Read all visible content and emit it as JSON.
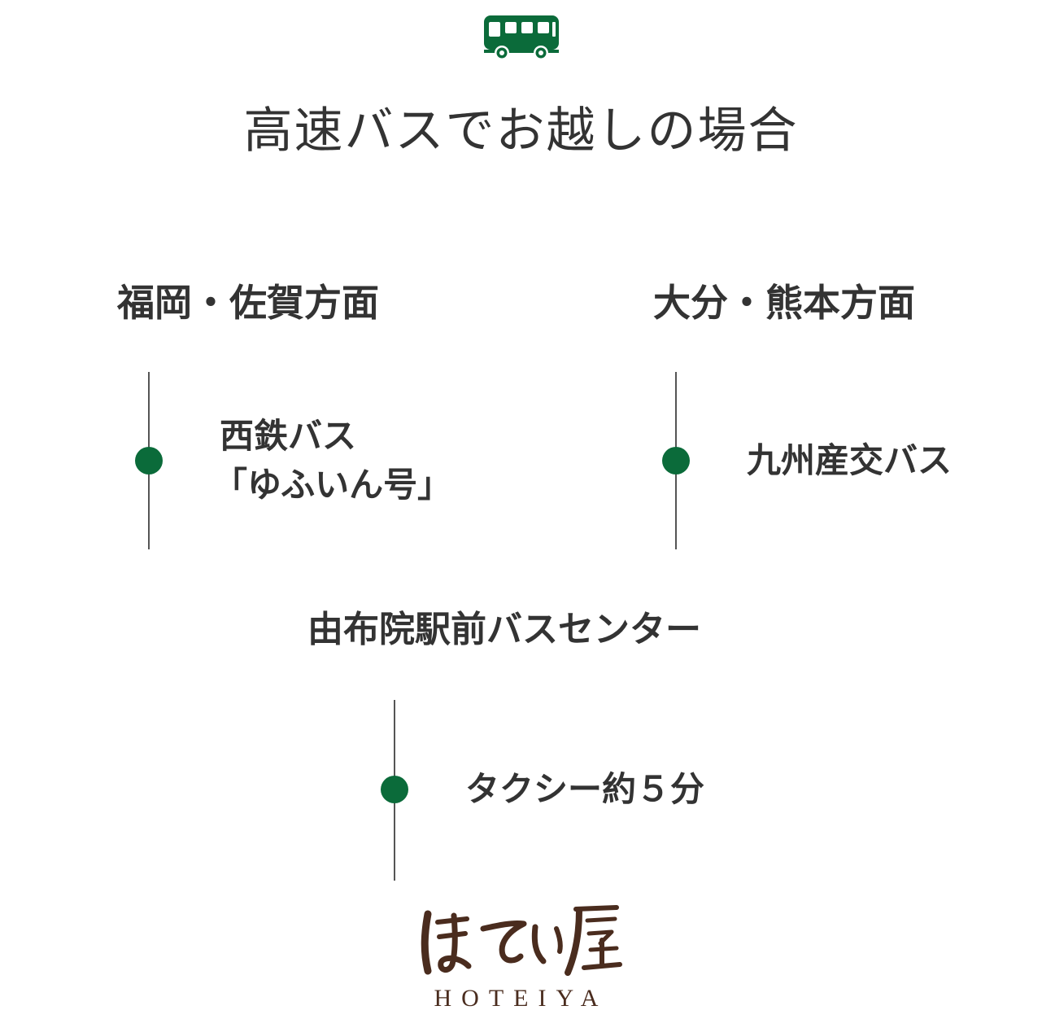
{
  "colors": {
    "accent": "#0b6b3a",
    "text": "#333333",
    "line": "#555555",
    "logo": "#4a2c1e"
  },
  "header": {
    "icon": "bus-icon",
    "title": "高速バスでお越しの場合"
  },
  "routes": {
    "left": {
      "title": "福岡・佐賀方面",
      "bus_line1": "西鉄バス",
      "bus_line2": "「ゆふいん号」"
    },
    "right": {
      "title": "大分・熊本方面",
      "bus": "九州産交バス"
    }
  },
  "center": {
    "destination": "由布院駅前バスセンター",
    "final_step": "タクシー約５分"
  },
  "logo": {
    "mark_text": "ほてい屋",
    "wordmark": "HOTEIYA"
  }
}
